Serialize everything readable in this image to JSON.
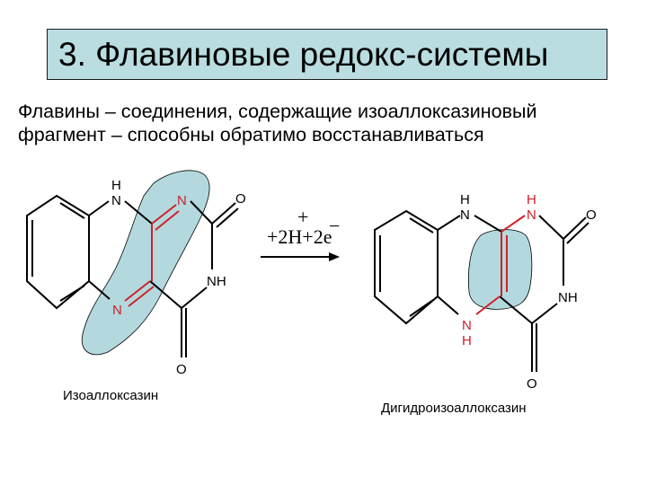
{
  "slide": {
    "title": "3. Флавиновые редокс-системы",
    "subtitle_lines": [
      "Флавины – соединения, содержащие изоаллоксазиновый",
      "фрагмент – способны обратимо восстанавливаться"
    ]
  },
  "reaction": {
    "reagents": "+2H+2e",
    "proton_charge": "+",
    "electron_charge": "−",
    "reactant": {
      "name": "Изоаллоксазин",
      "atoms": {
        "nh_top": "N",
        "h_top": "H",
        "n_red_top": "N",
        "n_red_bottom": "N",
        "o_top": "O",
        "nh_right": "NH",
        "o_bottom": "O"
      }
    },
    "product": {
      "name": "Дигидроизоаллоксазин",
      "atoms": {
        "nh_top": "N",
        "h_top": "H",
        "n_red_top": "N",
        "h_red_top": "H",
        "n_red_bottom": "N",
        "h_red_bottom": "H",
        "o_top": "O",
        "nh_right": "NH",
        "o_bottom": "O"
      }
    }
  },
  "colors": {
    "title_bg": "#b9dde0",
    "highlight_blob": "#b3d9de",
    "highlight_bond": "#d0202a",
    "bond": "#000000"
  }
}
